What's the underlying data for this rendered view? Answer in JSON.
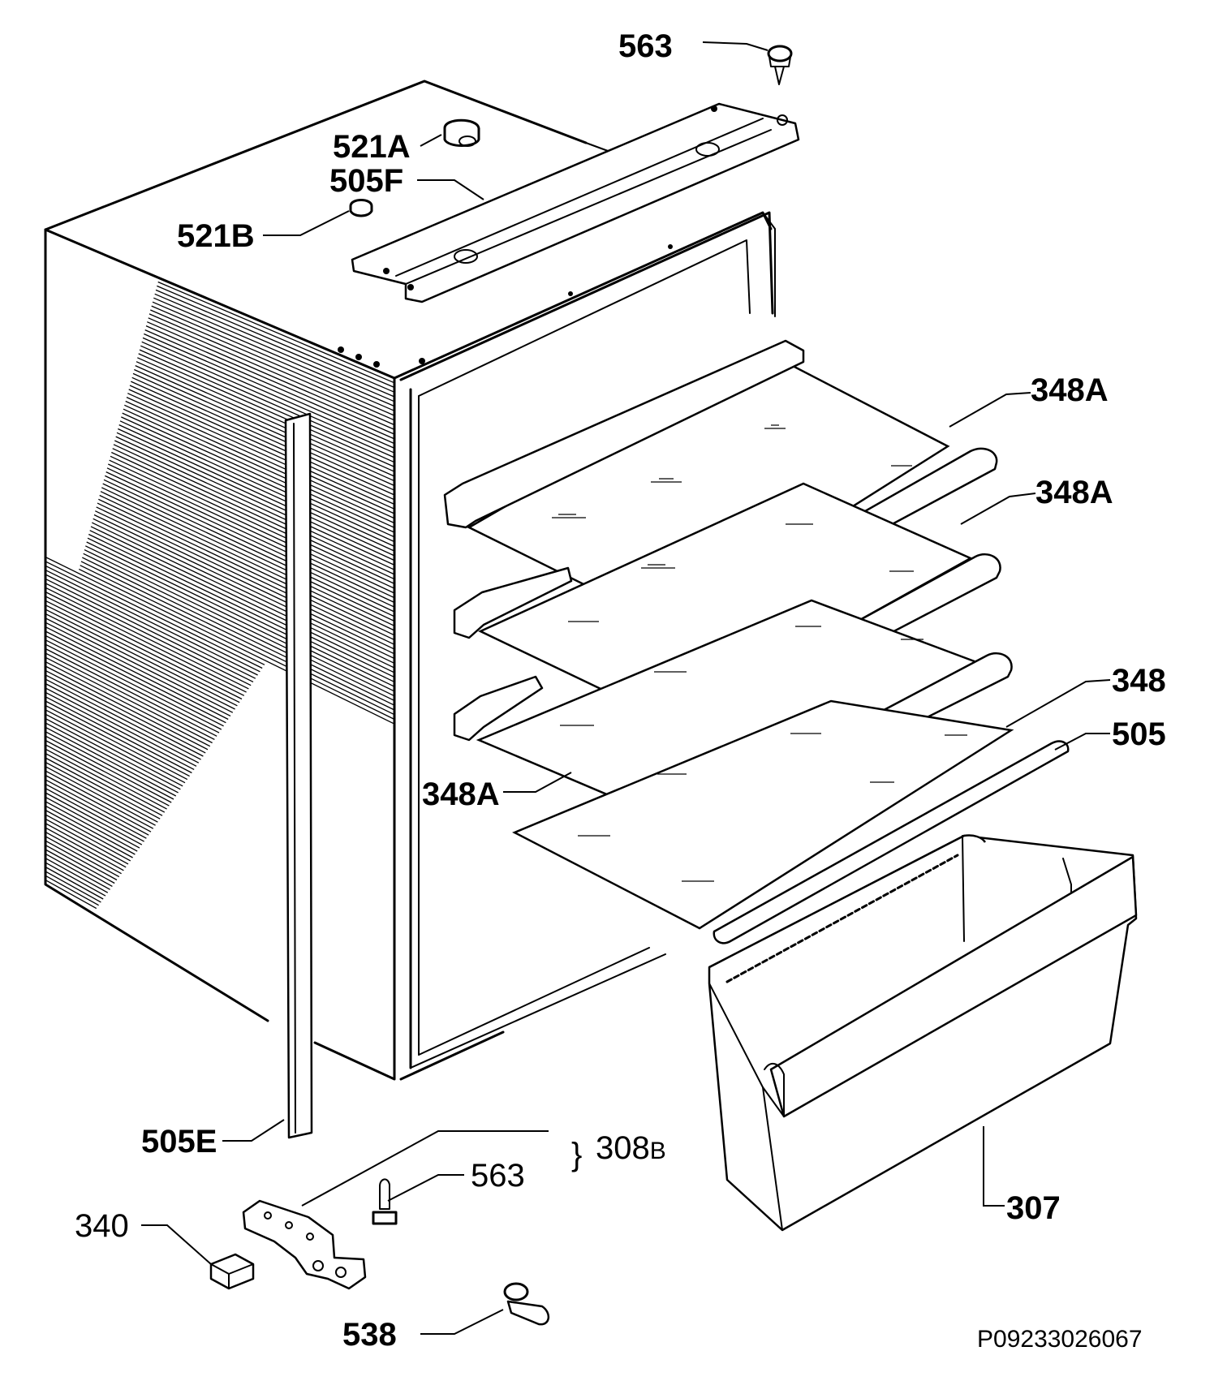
{
  "labels": {
    "p563_top": "563",
    "p521A": "521A",
    "p505F": "505F",
    "p521B": "521B",
    "p348A_1": "348A",
    "p348A_2": "348A",
    "p348": "348",
    "p505": "505",
    "p348A_3": "348A",
    "p505E": "505E",
    "p308B_main": "308",
    "p308B_suffix": "B",
    "p308B_brace": "}",
    "p563_bottom": "563",
    "p340": "340",
    "p307": "307",
    "p538": "538"
  },
  "reference": "P09233026067"
}
